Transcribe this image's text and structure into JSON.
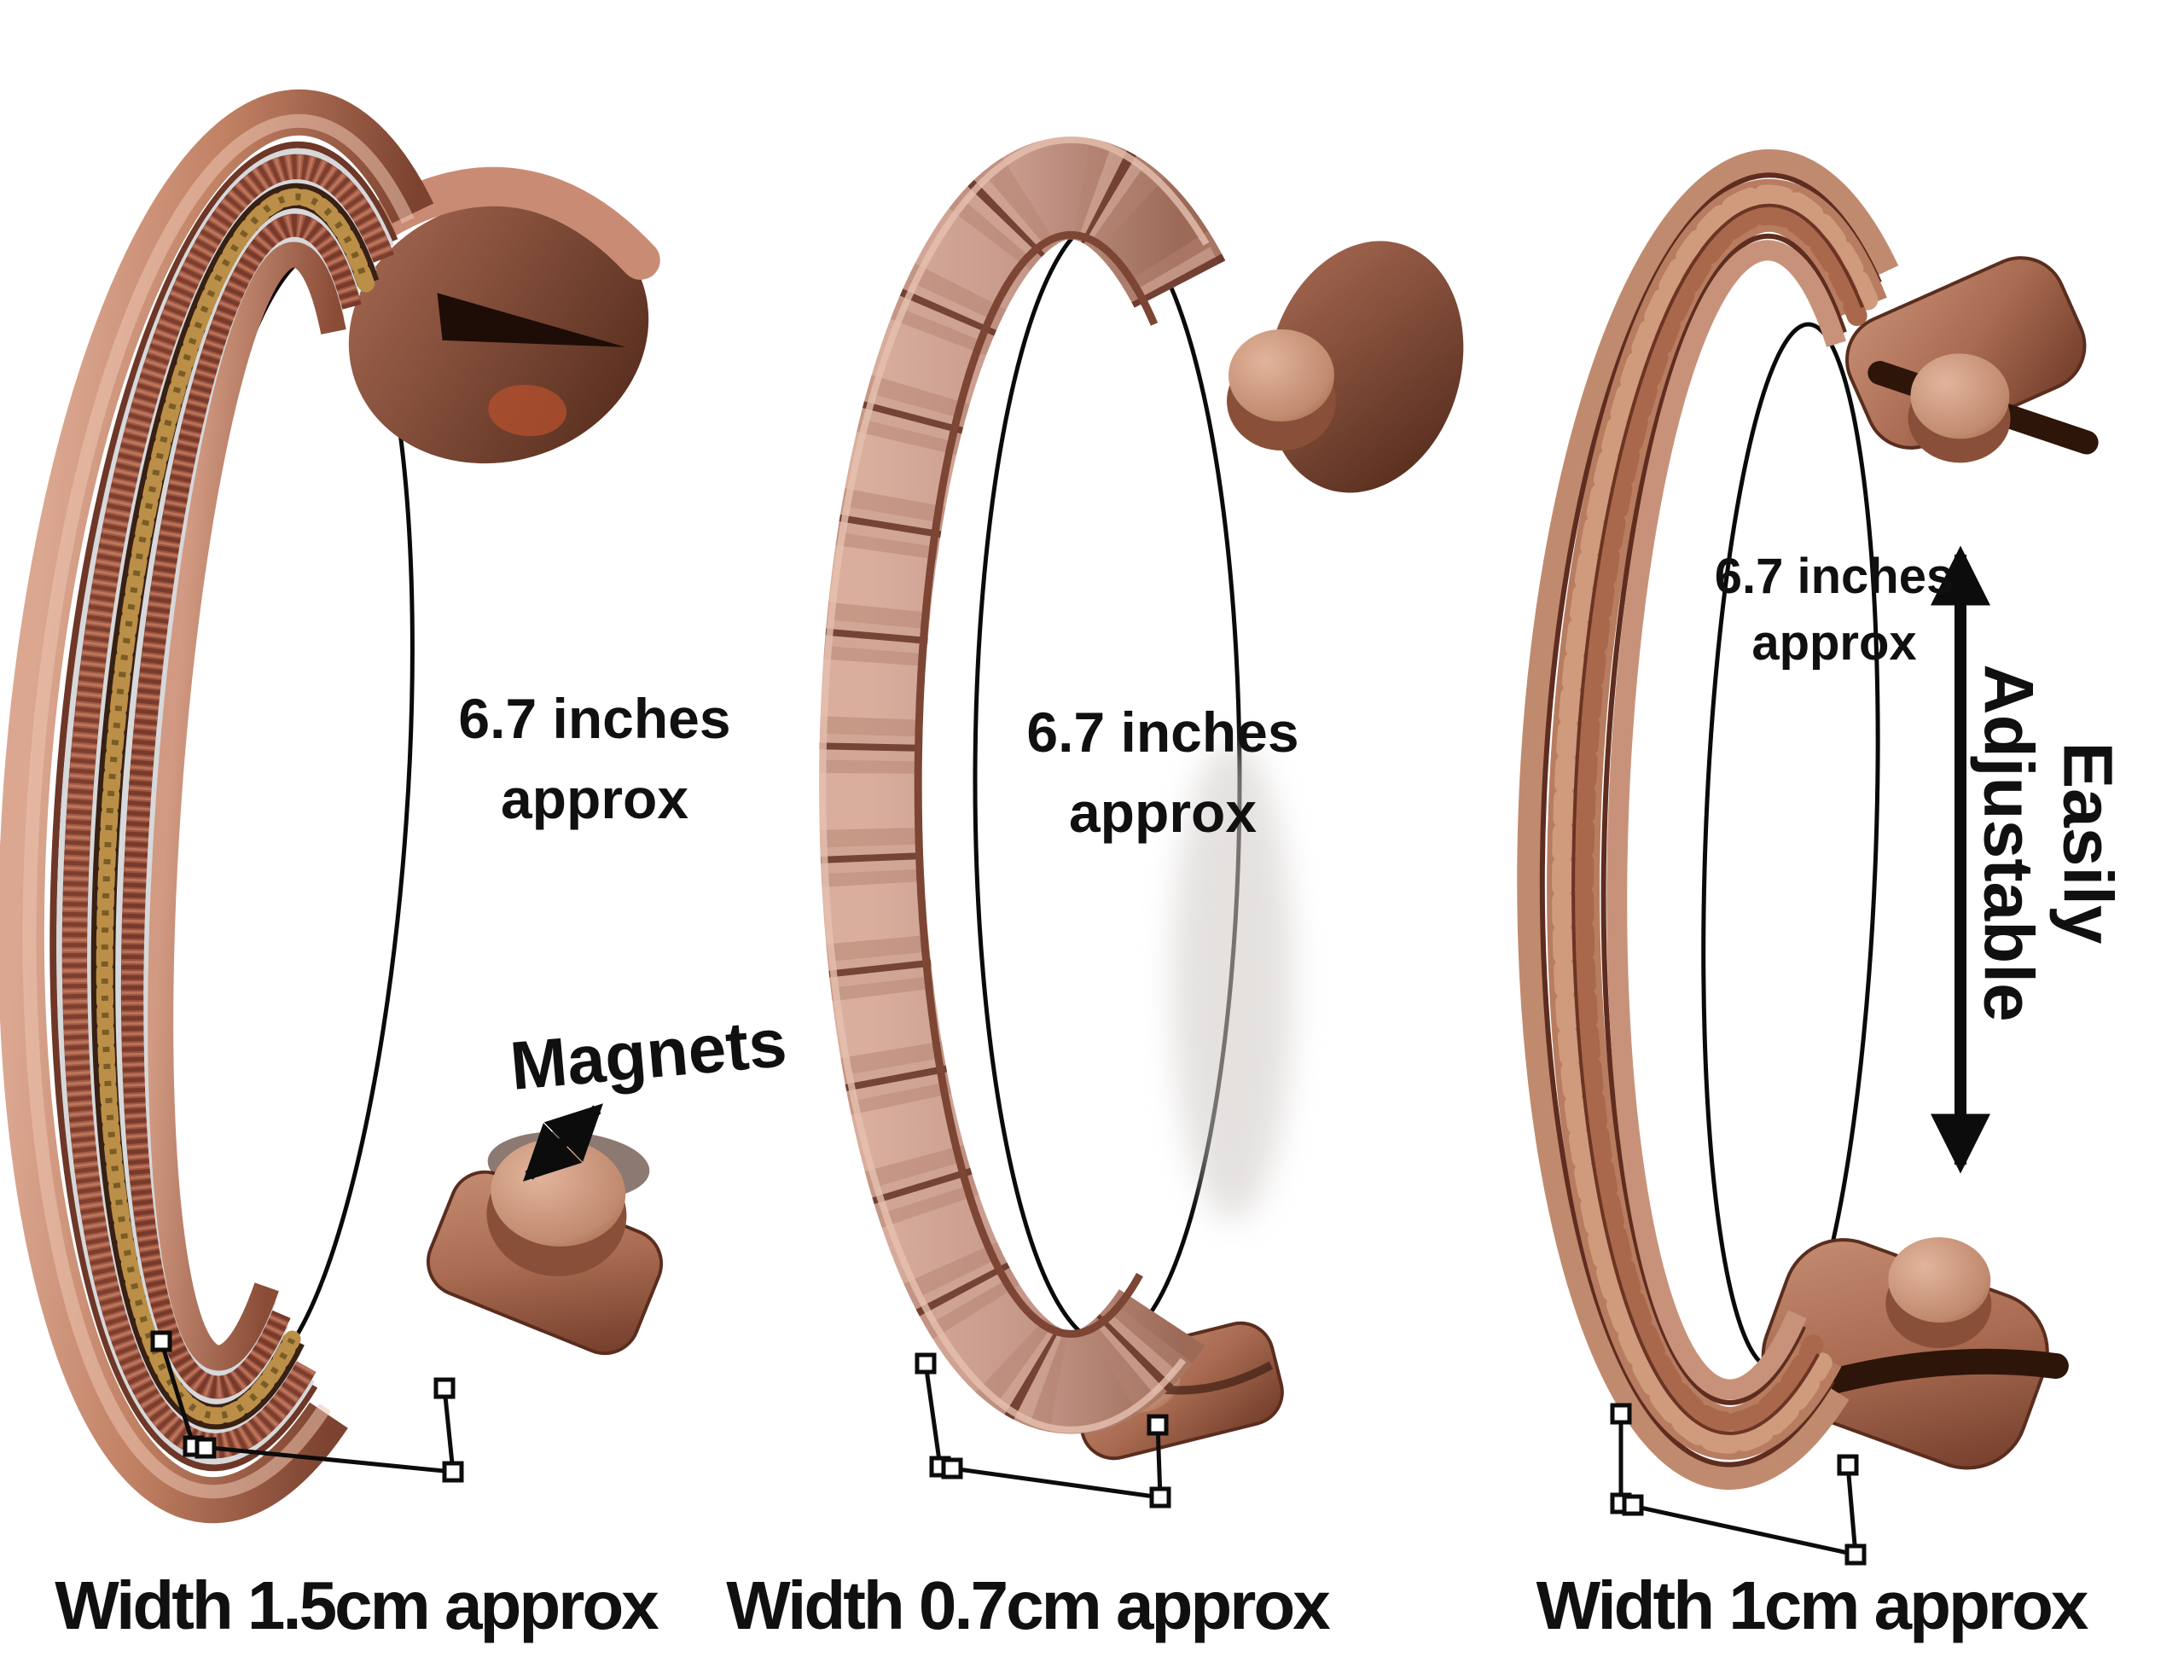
{
  "colors": {
    "background": "#ffffff",
    "annotation": "#0d0d0d",
    "copper": "#b97c61"
  },
  "bracelets": [
    {
      "id": "left",
      "size_line1": "6.7 inches",
      "size_line2": "approx",
      "width_label": "Width 1.5cm approx"
    },
    {
      "id": "middle",
      "size_line1": "6.7 inches",
      "size_line2": "approx",
      "width_label": "Width 0.7cm approx"
    },
    {
      "id": "right",
      "size_line1": "6.7 inches",
      "size_line2": "approx",
      "width_label": "Width 1cm approx"
    }
  ],
  "callouts": {
    "magnets": "Magnets",
    "easily": "Easily",
    "adjustable": "Adjustable"
  }
}
